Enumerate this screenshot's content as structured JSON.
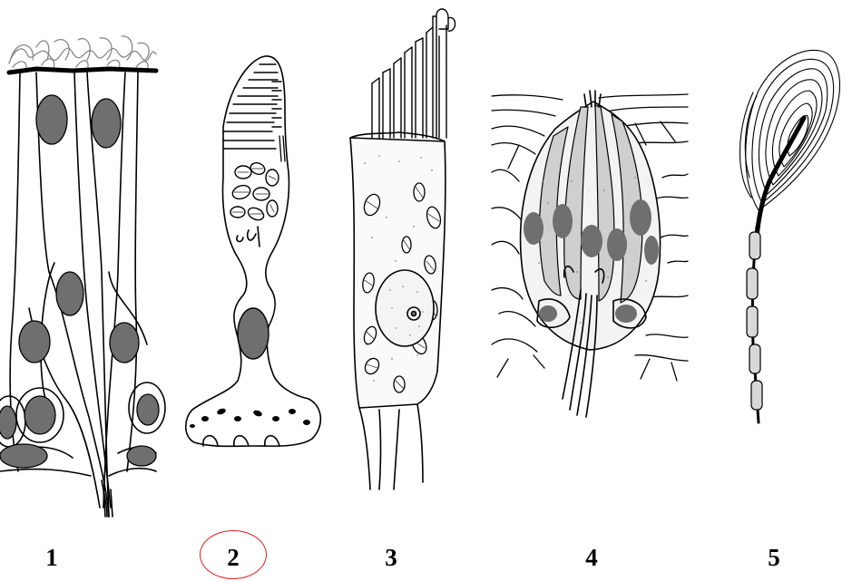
{
  "figure": {
    "panels": [
      {
        "label": "1",
        "subject": "receptor-cells-with-supporting-cells"
      },
      {
        "label": "2",
        "subject": "photoreceptor-cell",
        "circled": true
      },
      {
        "label": "3",
        "subject": "hair-cell-with-stereocilia"
      },
      {
        "label": "4",
        "subject": "taste-bud"
      },
      {
        "label": "5",
        "subject": "encapsulated-lamellar-ending"
      }
    ]
  },
  "colors": {
    "nucleus": "#6f6f6f",
    "tint": "#d0d0d0",
    "stroke": "#000000",
    "highlight_ring": "#d9211e"
  }
}
